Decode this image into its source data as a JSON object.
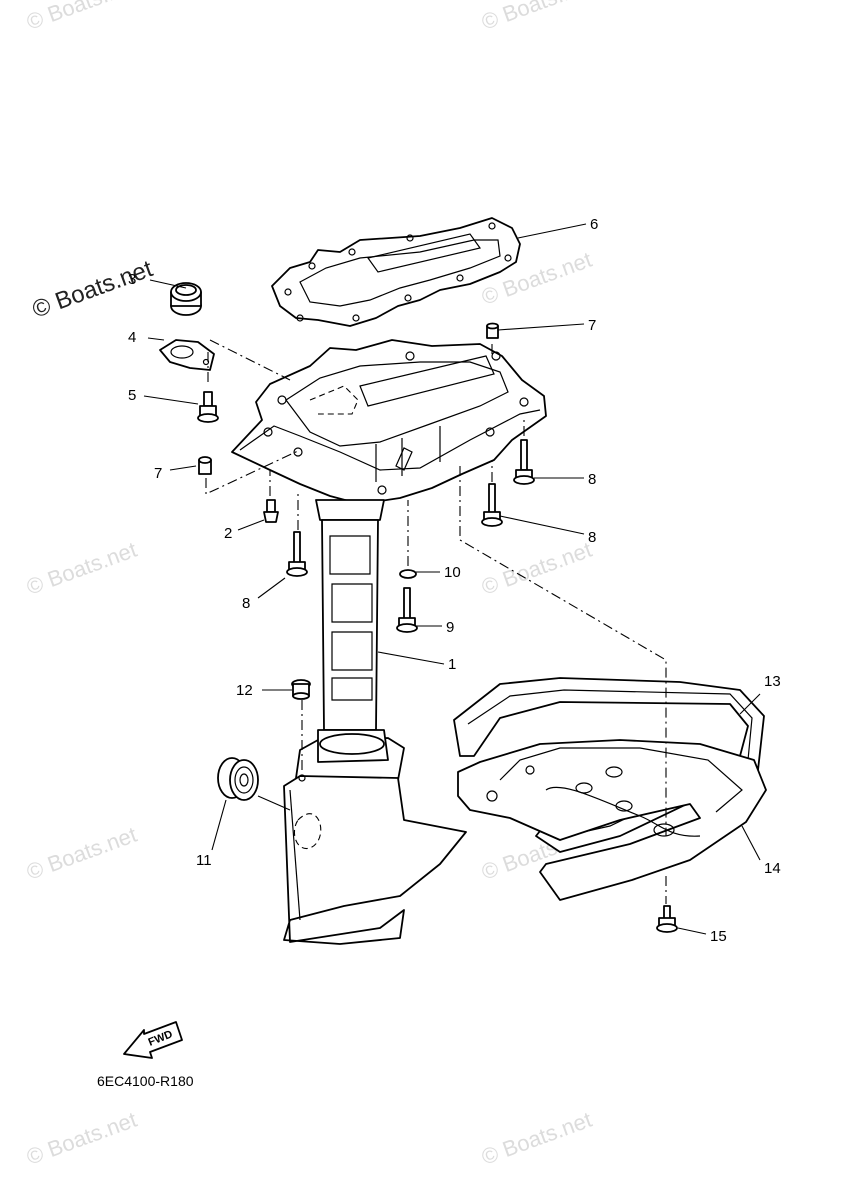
{
  "watermark": {
    "text": "© Boats.net"
  },
  "diagram_code": "6EC4100-R180",
  "fwd_label": "FWD",
  "callouts": [
    {
      "id": "1",
      "label": "1"
    },
    {
      "id": "2",
      "label": "2"
    },
    {
      "id": "3",
      "label": "3"
    },
    {
      "id": "4",
      "label": "4"
    },
    {
      "id": "5",
      "label": "5"
    },
    {
      "id": "6",
      "label": "6"
    },
    {
      "id": "7a",
      "label": "7"
    },
    {
      "id": "7b",
      "label": "7"
    },
    {
      "id": "8a",
      "label": "8"
    },
    {
      "id": "8b",
      "label": "8"
    },
    {
      "id": "8c",
      "label": "8"
    },
    {
      "id": "9",
      "label": "9"
    },
    {
      "id": "10",
      "label": "10"
    },
    {
      "id": "11",
      "label": "11"
    },
    {
      "id": "12",
      "label": "12"
    },
    {
      "id": "13",
      "label": "13"
    },
    {
      "id": "14",
      "label": "14"
    },
    {
      "id": "15",
      "label": "15"
    }
  ]
}
